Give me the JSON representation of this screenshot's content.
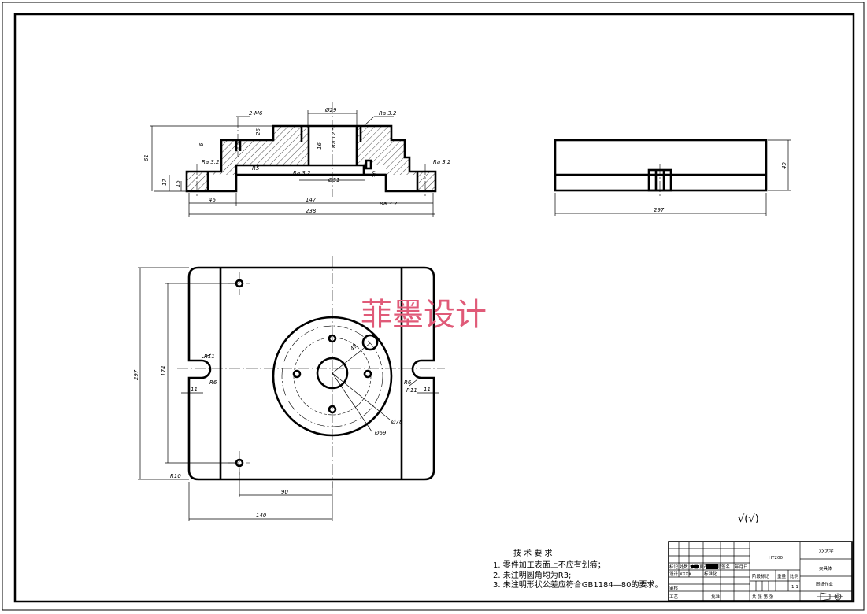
{
  "dimensions": {
    "front": {
      "thread": "2-M6",
      "bore_dia": "Ø29",
      "ra_top": "Ra 3.2",
      "ra_left": "Ra 3.2",
      "ra_right": "Ra 3.2",
      "overall_height": "61",
      "h17": "17",
      "h15": "15",
      "small_6": "6",
      "small_26": "26",
      "r5": "R5",
      "ra12_5": "Ra 12.5",
      "d16": "16",
      "ra_bottom": "Ra 3.2",
      "dia51": "Ø51",
      "d30": "30",
      "w46": "46",
      "w147": "147",
      "ra_right_low": "Ra 3.2",
      "w238": "238"
    },
    "side": {
      "height": "49",
      "width": "297"
    },
    "plan": {
      "height_297": "297",
      "height_174": "174",
      "r11_left": "R11",
      "r6_left": "R6",
      "d11_left": "11",
      "r6_right": "R6",
      "r11_right": "R11",
      "d11_right": "11",
      "r10": "R10",
      "d90": "90",
      "d140": "140",
      "d49": "49",
      "dia69": "Ø69",
      "dia78": "Ø78"
    }
  },
  "watermark": "菲墨设计",
  "roughness_note": "√(√)",
  "tech_requirements": {
    "title": "技 术 要 求",
    "items": [
      "1. 零件加工表面上不应有划痕；",
      "2. 未注明圆角均为R3;",
      "3. 未注明形状公差应符合GB1184—80的要求。"
    ]
  },
  "title_block": {
    "material": "HT200",
    "company": "XX大学",
    "part_name": "夹具体",
    "drawing_no": "图纸作业",
    "stage_label": "阶段标记",
    "weight_label": "重量",
    "scale_label": "比例",
    "scale": "1:1",
    "design": "设计",
    "designer": "XXXX",
    "standardized": "标准化",
    "review": "审核",
    "process": "工艺",
    "approve": "批准",
    "sheet_info": "共 张 第 张",
    "signature_label": "签名",
    "date_label": "年月日",
    "change_labels": "标记 处数 分区 更改文件号"
  }
}
